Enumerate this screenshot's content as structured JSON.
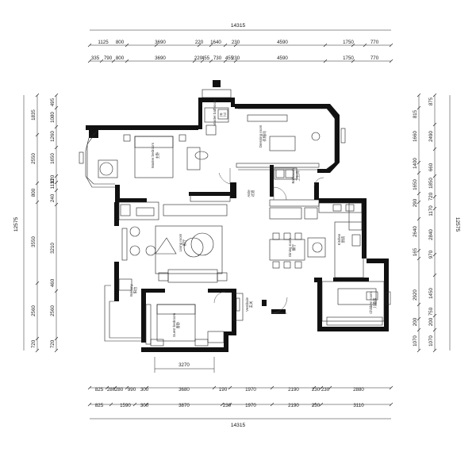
{
  "dims": {
    "top_total": "14315",
    "top_row1": [
      "1125",
      "800",
      "3690",
      "220",
      "1640",
      "230",
      "4590",
      "1750",
      "770"
    ],
    "top_row2": [
      "335",
      "790",
      "800",
      "3690",
      "220",
      "455",
      "730",
      "455",
      "230",
      "4590",
      "1750",
      "770"
    ],
    "bottom_row1": [
      "825",
      "280",
      "280",
      "990",
      "300",
      "3680",
      "190",
      "1970",
      "2190",
      "230",
      "230",
      "2880"
    ],
    "bottom_row2": [
      "825",
      "1590",
      "300",
      "3870",
      "230",
      "1970",
      "2190",
      "230",
      "3110"
    ],
    "bottom_total": "14315",
    "left_total": "12575",
    "left_col1": [
      "1835",
      "2550",
      "800",
      "3550",
      "2560",
      "720"
    ],
    "left_col2": [
      "495",
      "1080",
      "1260",
      "1650",
      "120",
      "1110",
      "240",
      "3210",
      "460",
      "2560",
      "720"
    ],
    "right_total": "12575",
    "right_col1": [
      "815",
      "1660",
      "1400",
      "1650",
      "290",
      "2640",
      "165",
      "2920",
      "200",
      "1070"
    ],
    "right_col2": [
      "875",
      "2490",
      "660",
      "1850",
      "720",
      "1170",
      "2840",
      "970",
      "1450",
      "750",
      "200",
      "1070"
    ],
    "bottom_room_dim": "3270"
  },
  "rooms": {
    "master_bedroom": {
      "cn": "主卧",
      "en": "Master bedroom"
    },
    "master_bath": {
      "cn": "主卫",
      "en": "Master bathroom"
    },
    "dressing": {
      "cn": "衣帽间",
      "en": "Dressing room"
    },
    "bathroom": {
      "cn": "卫生间",
      "en": "Bathroom"
    },
    "aisle": {
      "cn": "过道",
      "en": "Aisle"
    },
    "living": {
      "cn": "客厅",
      "en": "Living room"
    },
    "dining": {
      "cn": "餐厅",
      "en": "Dining room"
    },
    "kitchen": {
      "cn": "厨房",
      "en": "Kitchen"
    },
    "balcony": {
      "cn": "阳台",
      "en": "Balcony"
    },
    "guest_bedroom": {
      "cn": "客卧",
      "en": "Guest bedroom"
    },
    "vestibule": {
      "cn": "玄关",
      "en": "Vestibule"
    },
    "children_room": {
      "cn": "儿童房",
      "en": "Children room"
    }
  }
}
